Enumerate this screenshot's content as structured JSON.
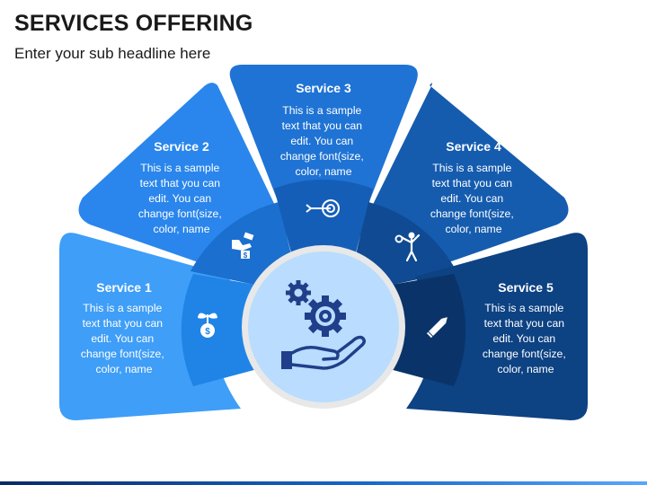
{
  "header": {
    "title": "SERVICES OFFERING",
    "subtitle": "Enter your sub headline here"
  },
  "services": [
    {
      "title": "Service  1",
      "lines": [
        "This is a sample",
        "text that you can",
        "edit. You can",
        "change font(size,",
        "color, name"
      ],
      "icon": "plant-dollar-icon",
      "color": "#3f9ef7"
    },
    {
      "title": "Service  2",
      "lines": [
        "This is a sample",
        "text that you can",
        "edit. You can",
        "change font(size,",
        "color, name"
      ],
      "icon": "hand-money-icon",
      "color": "#2a86ec"
    },
    {
      "title": "Service  3",
      "lines": [
        "This is a sample",
        "text that you can",
        "edit. You can",
        "change font(size,",
        "color, name"
      ],
      "icon": "target-arrow-icon",
      "color": "#1f73d4"
    },
    {
      "title": "Service  4",
      "lines": [
        "This is a sample",
        "text that you can",
        "edit. You can",
        "change font(size,",
        "color, name"
      ],
      "icon": "person-key-icon",
      "color": "#155caf"
    },
    {
      "title": "Service  5",
      "lines": [
        "This is a sample",
        "text that you can",
        "edit. You can",
        "change font(size,",
        "color, name"
      ],
      "icon": "pencil-icon",
      "color": "#0d4283"
    }
  ],
  "center": {
    "icon": "hand-gears-icon"
  },
  "colors": {
    "hub_fill": "#b9dcff",
    "hub_ring": "#e8e8e8",
    "icon_dark": "#1f3f8a"
  }
}
